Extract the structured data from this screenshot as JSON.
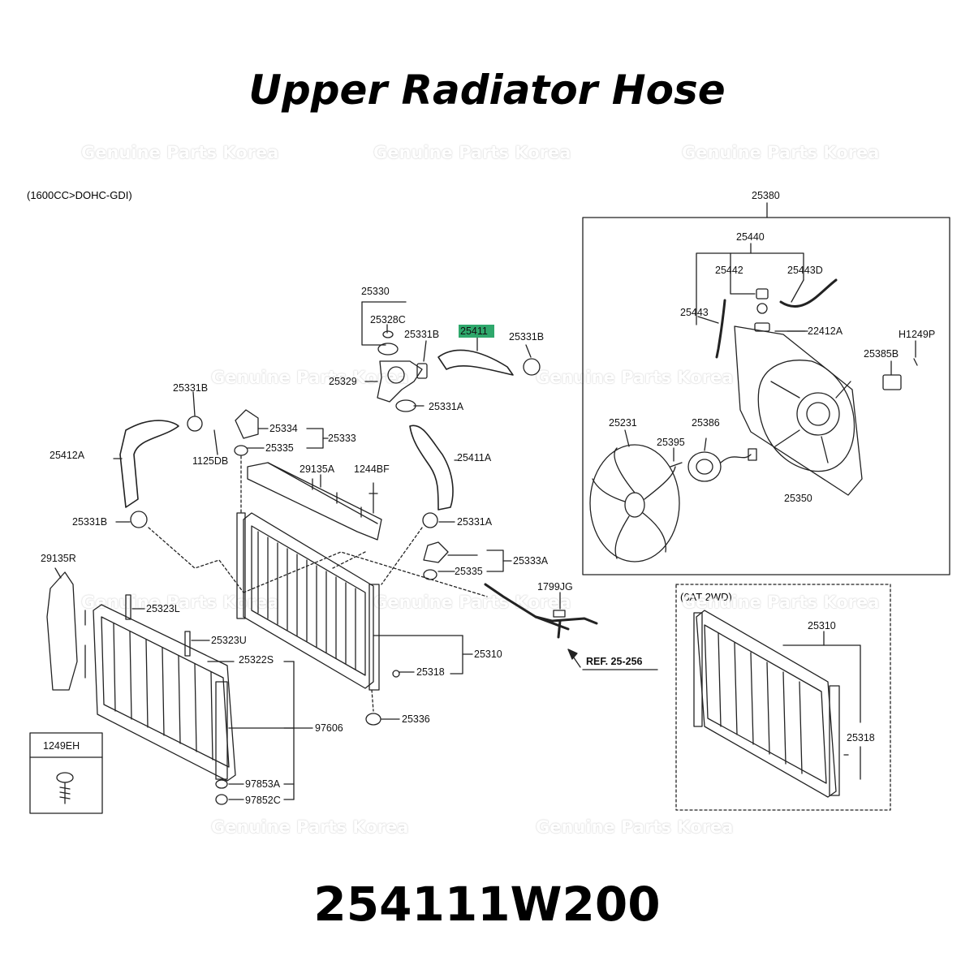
{
  "title": "Upper Radiator Hose",
  "part_number": "254111W200",
  "engine_spec": "(1600CC>DOHC-GDI)",
  "variant": "(6AT 2WD)",
  "watermark": "Genuine Parts Korea",
  "reference": "REF. 25-256",
  "highlight_color": "#2fa86c",
  "labels": {
    "l25380": "25380",
    "l25440": "25440",
    "l25442": "25442",
    "l25443D": "25443D",
    "l25443": "25443",
    "l22412A": "22412A",
    "lH1249P": "H1249P",
    "l25385B": "25385B",
    "l25231": "25231",
    "l25386": "25386",
    "l25395": "25395",
    "l25350": "25350",
    "l25330": "25330",
    "l25328C": "25328C",
    "l25331B_top": "25331B",
    "l25411": "25411",
    "l25331B_right": "25331B",
    "l25329": "25329",
    "l25331A_top": "25331A",
    "l25331B_left": "25331B",
    "l25334": "25334",
    "l25333": "25333",
    "l25335_top": "25335",
    "l1125DB": "1125DB",
    "l25412A": "25412A",
    "l29135A": "29135A",
    "l1244BF": "1244BF",
    "l25411A": "25411A",
    "l25331B_low": "25331B",
    "l25331A_low": "25331A",
    "l25333A": "25333A",
    "l25335_low": "25335",
    "l29135R": "29135R",
    "l1799JG": "1799JG",
    "l25323L": "25323L",
    "l25323U": "25323U",
    "l25322S": "25322S",
    "l25310": "25310",
    "l25318": "25318",
    "l25336": "25336",
    "l97606": "97606",
    "l1249EH": "1249EH",
    "l97853A": "97853A",
    "l97852C": "97852C",
    "l25310_b": "25310",
    "l25318_b": "25318"
  }
}
